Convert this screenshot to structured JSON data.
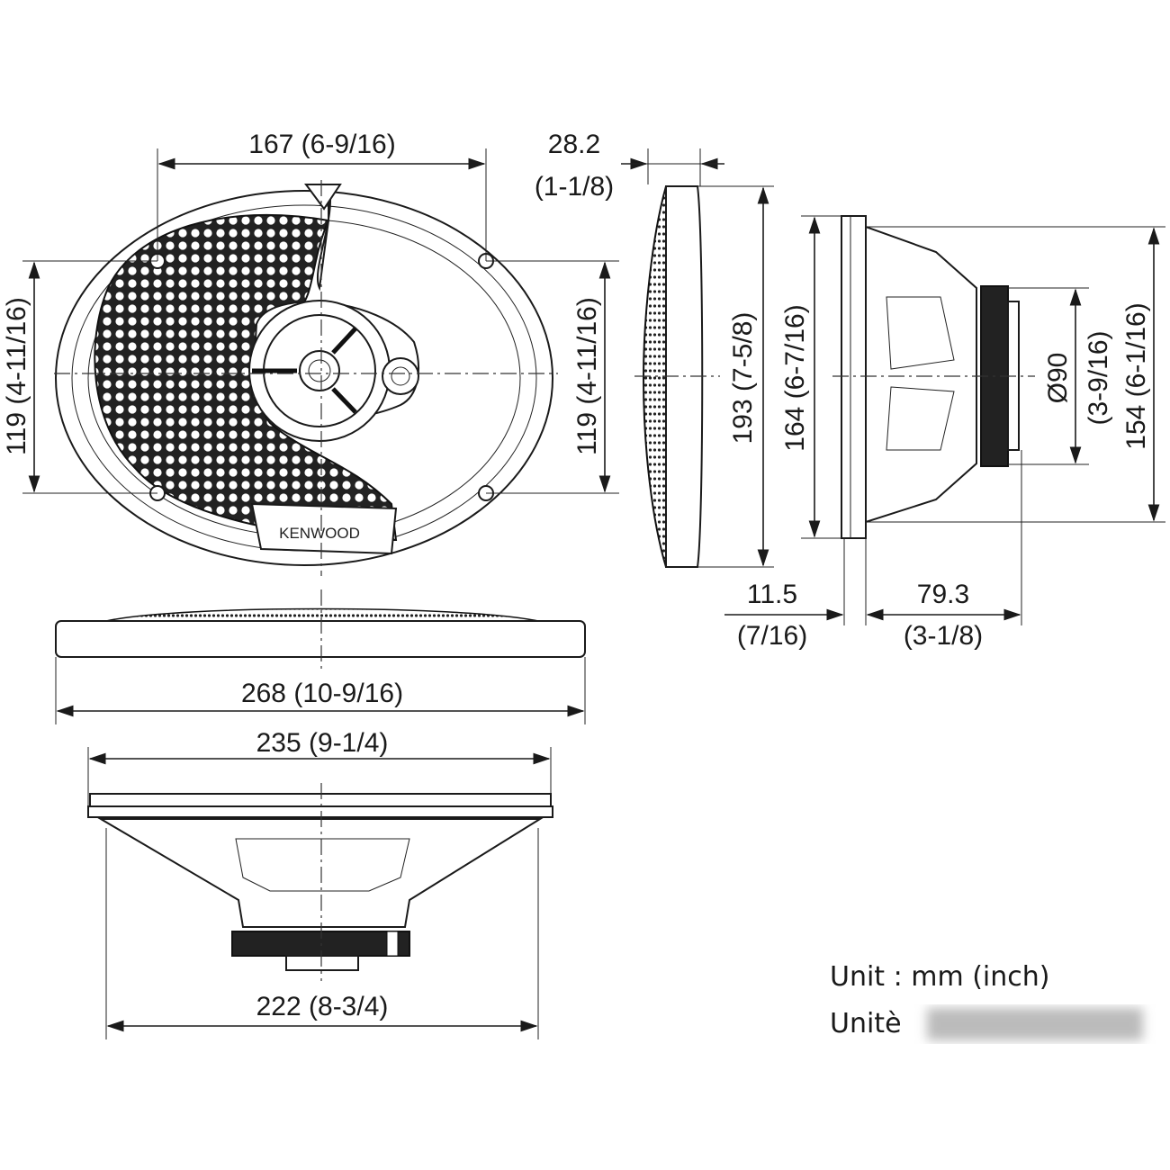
{
  "front_view": {
    "width_between_holes": "167 (6-9/16)",
    "height_left": "119 (4-11/16)",
    "height_right": "119 (4-11/16)",
    "brand_logo": "KENWOOD"
  },
  "side_view": {
    "grille_depth_mm": "28.2",
    "grille_depth_in": "(1-1/8)",
    "overall_height": "193 (7-5/8)"
  },
  "profile_view": {
    "mounting_height": "164 (6-7/16)",
    "magnet_diameter_mm": "Ø90",
    "magnet_diameter_in": "(3-9/16)",
    "basket_height": "154 (6-1/16)",
    "flange_depth_mm": "11.5",
    "flange_depth_in": "(7/16)",
    "mounting_depth_mm": "79.3",
    "mounting_depth_in": "(3-1/8)"
  },
  "top_view": {
    "overall_width": "268 (10-9/16)"
  },
  "bottom_view": {
    "flange_width": "235 (9-1/4)",
    "cutout_width": "222 (8-3/4)"
  },
  "units": {
    "line1": "Unit : mm (inch)",
    "line2_prefix": "Unitè"
  }
}
